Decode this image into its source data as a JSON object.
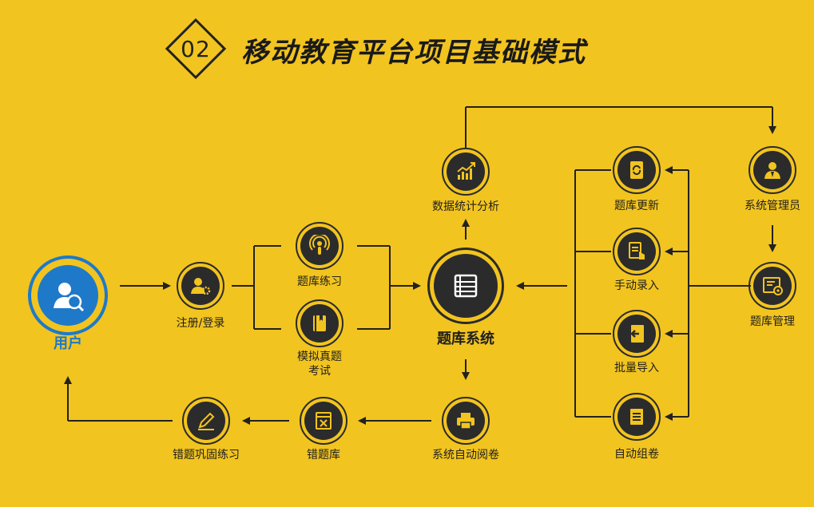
{
  "header": {
    "number": "02",
    "title": "移动教育平台项目基础模式"
  },
  "nodes": {
    "user": "用户",
    "register": "注册/登录",
    "practice": "题库练习",
    "mock_exam_line1": "模拟真题",
    "mock_exam_line2": "考试",
    "bank_system": "题库系统",
    "data_analysis": "数据统计分析",
    "auto_grading": "系统自动阅卷",
    "wrong_bank": "错题库",
    "wrong_practice": "错题巩固练习",
    "bank_update": "题库更新",
    "manual_entry": "手动录入",
    "batch_import": "批量导入",
    "auto_compose": "自动组卷",
    "admin": "系统管理员",
    "bank_manage": "题库管理"
  },
  "colors": {
    "background": "#f2c41f",
    "icon_dark": "#2b2b2b",
    "user_blue": "#1e79c9"
  }
}
